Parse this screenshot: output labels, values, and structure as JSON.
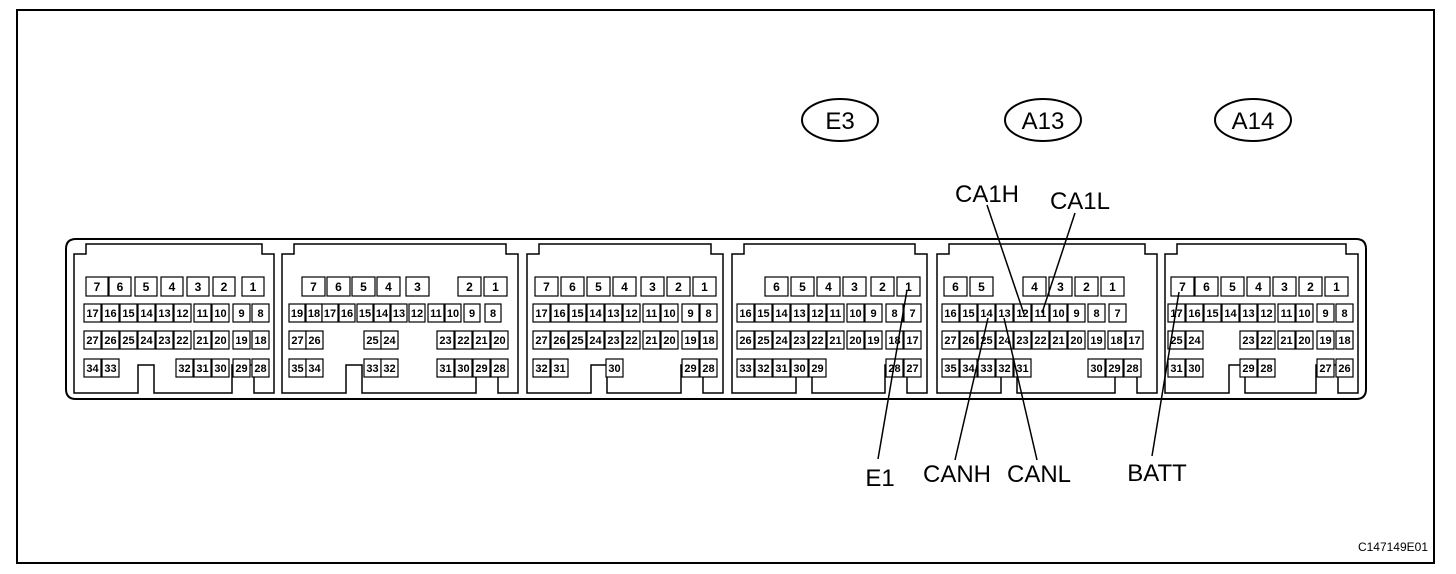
{
  "connector_labels": [
    "E3",
    "A13",
    "A14"
  ],
  "pin_labels": {
    "ca1h": "CA1H",
    "ca1l": "CA1L",
    "e1": "E1",
    "canh": "CANH",
    "canl": "CANL",
    "batt": "BATT"
  },
  "figure_code": "C147149E01",
  "connectors": [
    {
      "rows": [
        [
          "7",
          "6",
          "5",
          "4",
          "3",
          "2",
          "1"
        ],
        [
          "17",
          "16",
          "15",
          "14",
          "13",
          "12",
          "11",
          "10",
          "9",
          "8"
        ],
        [
          "27",
          "26",
          "25",
          "24",
          "23",
          "22",
          "21",
          "20",
          "19",
          "18"
        ],
        [
          "34",
          "33",
          "32",
          "31",
          "30",
          "29",
          "28"
        ]
      ]
    },
    {
      "rows": [
        [
          "7",
          "6",
          "5",
          "4",
          "3",
          "2",
          "1"
        ],
        [
          "19",
          "18",
          "17",
          "16",
          "15",
          "14",
          "13",
          "12",
          "11",
          "10",
          "9",
          "8"
        ],
        [
          "27",
          "26",
          "25",
          "24",
          "23",
          "22",
          "21",
          "20"
        ],
        [
          "35",
          "34",
          "33",
          "32",
          "31",
          "30",
          "29",
          "28"
        ]
      ]
    },
    {
      "rows": [
        [
          "7",
          "6",
          "5",
          "4",
          "3",
          "2",
          "1"
        ],
        [
          "17",
          "16",
          "15",
          "14",
          "13",
          "12",
          "11",
          "10",
          "9",
          "8"
        ],
        [
          "27",
          "26",
          "25",
          "24",
          "23",
          "22",
          "21",
          "20",
          "19",
          "18"
        ],
        [
          "32",
          "31",
          "30",
          "29",
          "28"
        ]
      ]
    },
    {
      "rows": [
        [
          "6",
          "5",
          "4",
          "3",
          "2",
          "1"
        ],
        [
          "16",
          "15",
          "14",
          "13",
          "12",
          "11",
          "10",
          "9",
          "8",
          "7"
        ],
        [
          "26",
          "25",
          "24",
          "23",
          "22",
          "21",
          "20",
          "19",
          "18",
          "17"
        ],
        [
          "33",
          "32",
          "31",
          "30",
          "29",
          "28",
          "27"
        ]
      ]
    },
    {
      "rows": [
        [
          "6",
          "5",
          "4",
          "3",
          "2",
          "1"
        ],
        [
          "16",
          "15",
          "14",
          "13",
          "12",
          "11",
          "10",
          "9",
          "8",
          "7"
        ],
        [
          "27",
          "26",
          "25",
          "24",
          "23",
          "22",
          "21",
          "20",
          "19",
          "18",
          "17"
        ],
        [
          "35",
          "34",
          "33",
          "32",
          "31",
          "30",
          "29",
          "28"
        ]
      ]
    },
    {
      "rows": [
        [
          "7",
          "6",
          "5",
          "4",
          "3",
          "2",
          "1"
        ],
        [
          "17",
          "16",
          "15",
          "14",
          "13",
          "12",
          "11",
          "10",
          "9",
          "8"
        ],
        [
          "25",
          "24",
          "23",
          "22",
          "21",
          "20",
          "19",
          "18"
        ],
        [
          "31",
          "30",
          "29",
          "28",
          "27",
          "26"
        ]
      ]
    }
  ]
}
